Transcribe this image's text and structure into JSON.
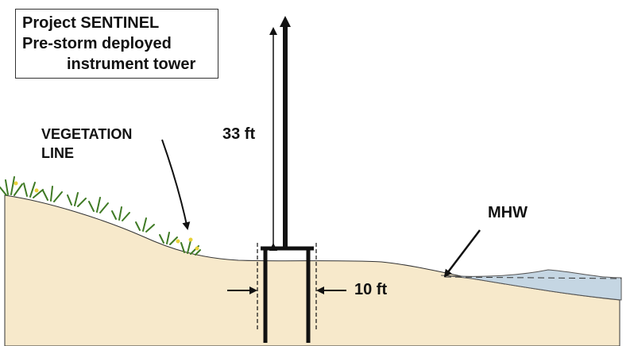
{
  "title": {
    "line1": "Project SENTINEL",
    "line2": "Pre-storm deployed",
    "line3": "instrument tower"
  },
  "labels": {
    "vegetation_line_1": "VEGETATION",
    "vegetation_line_2": "LINE",
    "tower_height": "33 ft",
    "base_width": "10 ft",
    "mhw": "MHW"
  },
  "colors": {
    "sand": "#f7e9cb",
    "water": "#c5d6e3",
    "vegetation": "#4f8a2e",
    "flowers": "#e8d23a",
    "ink": "#111111"
  }
}
